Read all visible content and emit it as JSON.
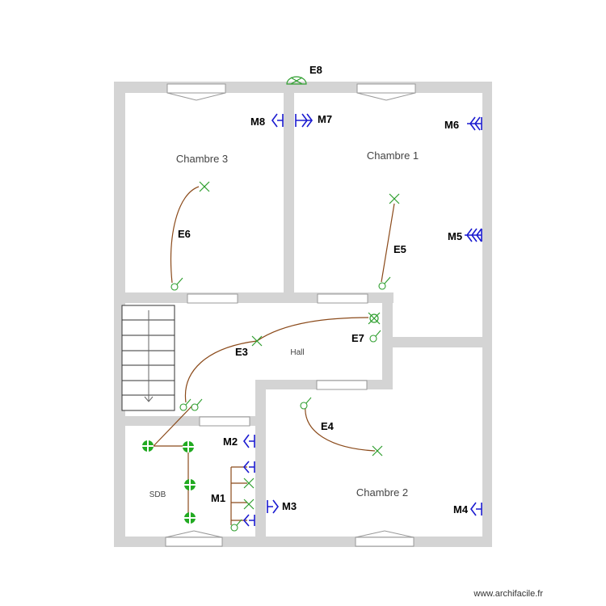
{
  "rooms": {
    "chambre3": "Chambre 3",
    "chambre1": "Chambre 1",
    "chambre2": "Chambre 2",
    "hall": "Hall",
    "sdb": "SDB"
  },
  "labels": {
    "e3": "E3",
    "e4": "E4",
    "e5": "E5",
    "e6": "E6",
    "e7": "E7",
    "e8": "E8",
    "m1": "M1",
    "m2": "M2",
    "m3": "M3",
    "m4": "M4",
    "m5": "M5",
    "m6": "M6",
    "m7": "M7",
    "m8": "M8"
  },
  "watermark": "www.archifacile.fr",
  "colors": {
    "wall": "#d4d4d4",
    "wire": "#8b4a1a",
    "light_symbol": "#2e9e2e",
    "socket_symbol": "#1a1ad0",
    "spot": "#22aa22",
    "stairs": "#333333"
  },
  "icons": {
    "light": "light-point-x-icon",
    "switch": "switch-icon",
    "socket": "power-outlet-icon",
    "spot": "recessed-spot-icon",
    "wall_lamp": "wall-lamp-icon",
    "stairs_arrow": "stairs-down-arrow-icon"
  }
}
